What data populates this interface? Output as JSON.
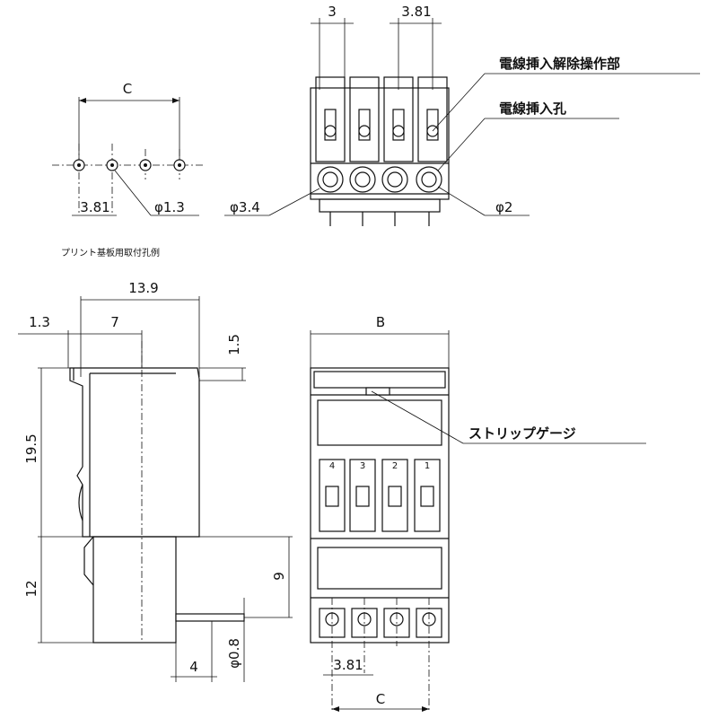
{
  "top_view": {
    "pitch_a": "3",
    "pitch_b": "3.81",
    "label_release": "電線挿入解除操作部",
    "label_hole": "電線挿入孔",
    "dia_left": "φ3.4",
    "dia_right": "φ2"
  },
  "pcb_layout": {
    "dim_c": "C",
    "pitch": "3.81",
    "hole": "φ1.3",
    "caption": "プリント基板用取付孔例"
  },
  "side_view": {
    "width_total": "13.9",
    "offset_1": "1.3",
    "offset_2": "7",
    "height_top": "1.5",
    "height_body": "19.5",
    "height_lower": "12",
    "height_pin": "9",
    "pin_length": "4",
    "pin_dia": "φ0.8"
  },
  "front_view": {
    "width_b": "B",
    "label_strip": "ストリップゲージ",
    "pitch": "3.81",
    "width_c": "C",
    "slot_numbers": [
      "4",
      "3",
      "2",
      "1"
    ]
  }
}
